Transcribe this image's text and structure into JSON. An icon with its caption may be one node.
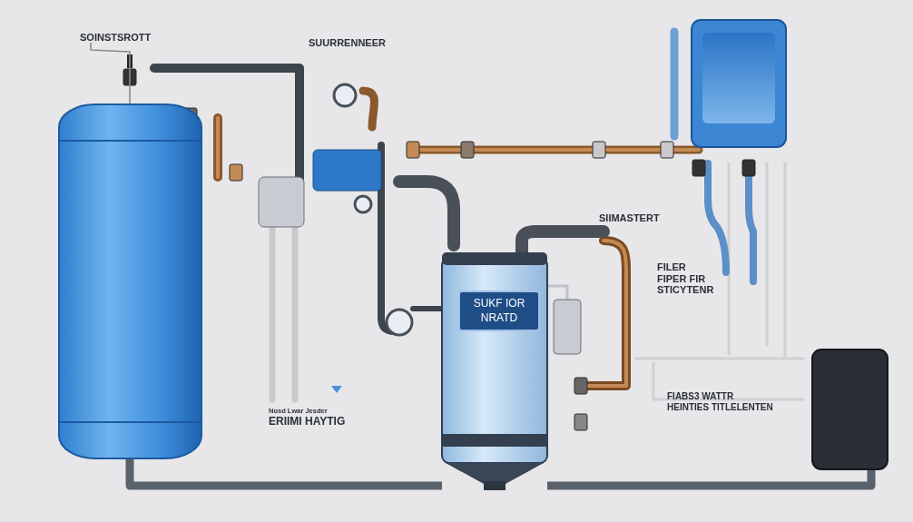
{
  "diagram": {
    "nodes": [
      {
        "text": [
          "SOINSTSROTT"
        ]
      },
      {
        "text": [],
        "shape": "cylinder"
      },
      {
        "text": [
          "SUKF IOR NRATD"
        ]
      },
      {
        "text": [],
        "shape": "box"
      },
      {
        "text": [],
        "shape": "box"
      }
    ],
    "edges": [
      {
        "from": 0,
        "to": 1,
        "arrow": "none"
      },
      {
        "from": 1,
        "to": 2,
        "arrow": "none"
      },
      {
        "from": 2,
        "to": 4,
        "arrow": "none"
      }
    ],
    "labels": [
      "SUURRENNEER",
      "SIIMASTERT",
      "FILER FIPER FIR STICYTENR",
      "Nosd Lwar Jesder",
      "ERIIMI HAYTIG",
      "FIABS3 WATTR HEINTIES TITLELENTEN"
    ]
  }
}
